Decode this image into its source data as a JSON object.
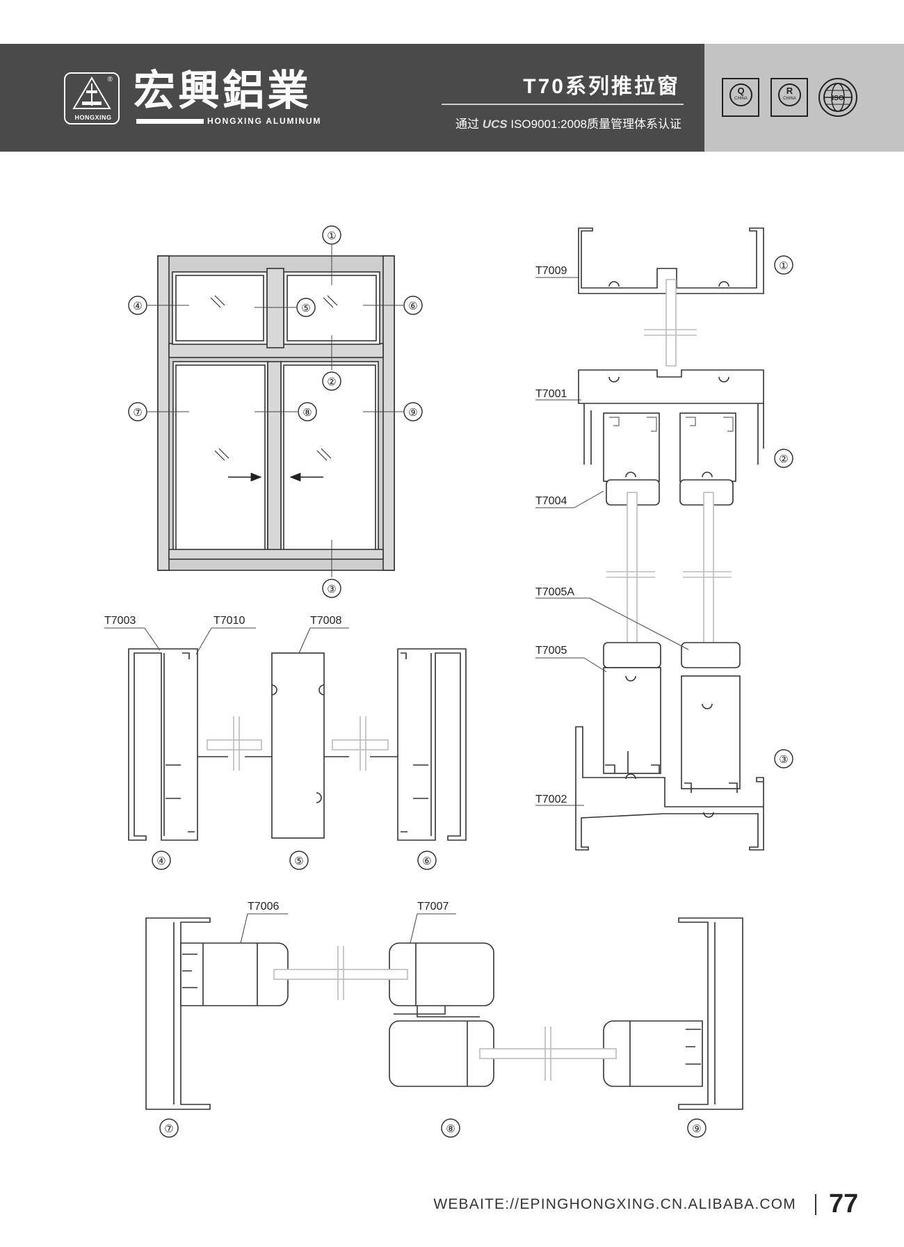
{
  "header": {
    "logo_brand": "HONGXING",
    "logo_reg": "®",
    "company_cn": "宏興鋁業",
    "company_en": "HONGXING ALUMINUM",
    "series_title": "T70系列推拉窗",
    "cert_prefix": "通过",
    "cert_mark": "UCS",
    "cert_suffix": "ISO9001:2008质量管理体系认证",
    "badges": [
      {
        "letter": "Q",
        "sub": "CHINA"
      },
      {
        "letter": "R",
        "sub": "CHINA"
      }
    ],
    "globe_badge": "ISO",
    "colors": {
      "header_bg": "#4a4a4a",
      "header_right_bg": "#c4c4c4"
    }
  },
  "elevation": {
    "markers": [
      "①",
      "②",
      "③",
      "④",
      "⑤",
      "⑥",
      "⑦",
      "⑧",
      "⑨"
    ]
  },
  "sections": {
    "top_right": {
      "labels": [
        "T7009",
        "T7001",
        "T7004",
        "T7005A",
        "T7005",
        "T7002"
      ],
      "markers": [
        "①",
        "②",
        "③"
      ]
    },
    "middle_left": {
      "labels": [
        "T7003",
        "T7010",
        "T7008"
      ],
      "markers": [
        "④",
        "⑤",
        "⑥"
      ]
    },
    "bottom": {
      "labels": [
        "T7006",
        "T7007"
      ],
      "markers": [
        "⑦",
        "⑧",
        "⑨"
      ]
    }
  },
  "footer": {
    "website": "WEBAITE://EPINGHONGXING.CN.ALIBABA.COM",
    "page_number": "77"
  }
}
